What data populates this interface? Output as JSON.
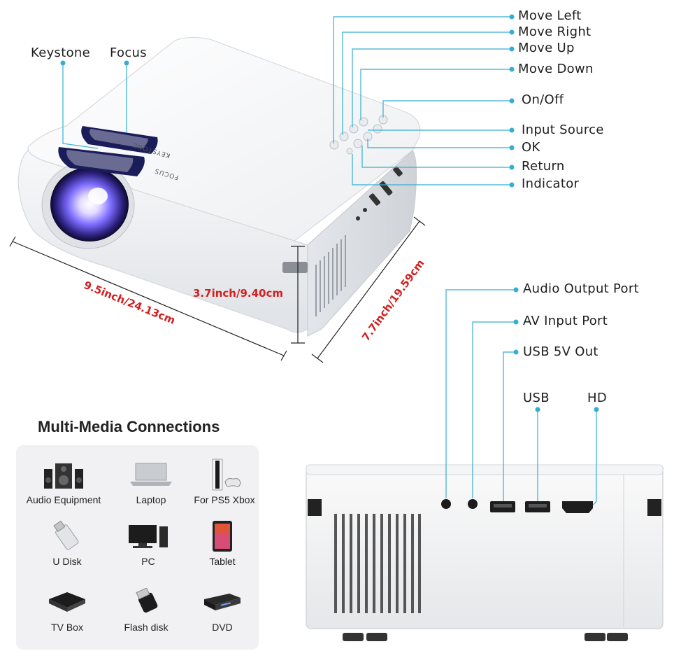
{
  "top_callouts": {
    "keystone": "Keystone",
    "focus": "Focus"
  },
  "button_callouts": [
    {
      "id": "move-left",
      "label": "Move Left"
    },
    {
      "id": "move-right",
      "label": "Move Right"
    },
    {
      "id": "move-up",
      "label": "Move Up"
    },
    {
      "id": "move-down",
      "label": "Move Down"
    },
    {
      "id": "on-off",
      "label": "On/Off"
    },
    {
      "id": "input-source",
      "label": "Input Source"
    },
    {
      "id": "ok",
      "label": "OK"
    },
    {
      "id": "return",
      "label": "Return"
    },
    {
      "id": "indicator",
      "label": "Indicator"
    }
  ],
  "body_labels": {
    "keystone": "KEYSTONE",
    "focus": "FOCUS"
  },
  "dimensions": {
    "width": "9.5inch/24.13cm",
    "height": "3.7inch/9.40cm",
    "depth": "7.7inch/19.59cm"
  },
  "port_callouts": [
    {
      "id": "audio-output-port",
      "label": "Audio Output Port"
    },
    {
      "id": "av-input-port",
      "label": "AV Input Port"
    },
    {
      "id": "usb-5v-out",
      "label": "USB 5V Out"
    },
    {
      "id": "usb",
      "label": "USB"
    },
    {
      "id": "hd",
      "label": "HD"
    }
  ],
  "multimedia": {
    "title": "Multi-Media Connections",
    "items": [
      {
        "label": "Audio Equipment",
        "icon": "speaker-system-icon"
      },
      {
        "label": "Laptop",
        "icon": "laptop-icon"
      },
      {
        "label": "For PS5 Xbox",
        "icon": "game-console-icon"
      },
      {
        "label": "U Disk",
        "icon": "usb-disk-icon"
      },
      {
        "label": "PC",
        "icon": "desktop-pc-icon"
      },
      {
        "label": "Tablet",
        "icon": "tablet-icon"
      },
      {
        "label": "TV Box",
        "icon": "tv-box-icon"
      },
      {
        "label": "Flash disk",
        "icon": "flash-disk-icon"
      },
      {
        "label": "DVD",
        "icon": "dvd-player-icon"
      }
    ]
  },
  "colors": {
    "leader_line": "#35aed1",
    "dimension_text": "#d21f1f",
    "panel_bg": "#f1f1f3",
    "lens_glow": "#6a5bff"
  }
}
